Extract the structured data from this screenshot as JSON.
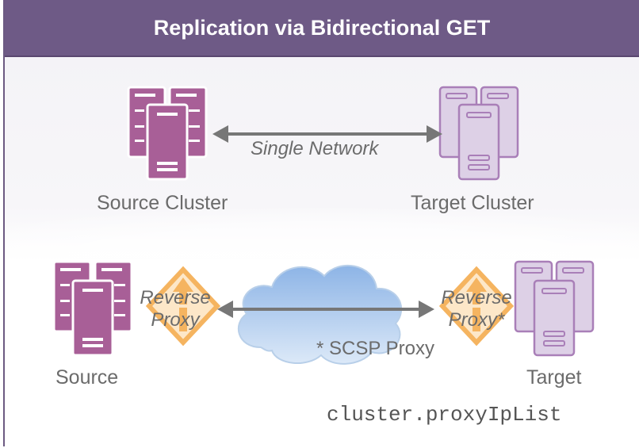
{
  "title": "Replication via Bidirectional GET",
  "top_row": {
    "source_label": "Source Cluster",
    "target_label": "Target Cluster",
    "link_label": "Single Network"
  },
  "bottom_row": {
    "source_label": "Source",
    "target_label": "Target",
    "left_proxy_line1": "Reverse",
    "left_proxy_line2": "Proxy",
    "right_proxy_line1": "Reverse",
    "right_proxy_line2": "Proxy*",
    "cloud_label": "* SCSP Proxy",
    "config_setting": "cluster.proxyIpList"
  },
  "colors": {
    "header": "#6e5a86",
    "source_server": "#a85f97",
    "target_server": "#ddd0e6",
    "proxy": "#f5b460",
    "arrow": "#777777",
    "cloud": "#a9c8ee"
  },
  "icons": [
    "server-cluster-icon",
    "reverse-proxy-icon",
    "cloud-icon",
    "double-arrow-icon"
  ]
}
